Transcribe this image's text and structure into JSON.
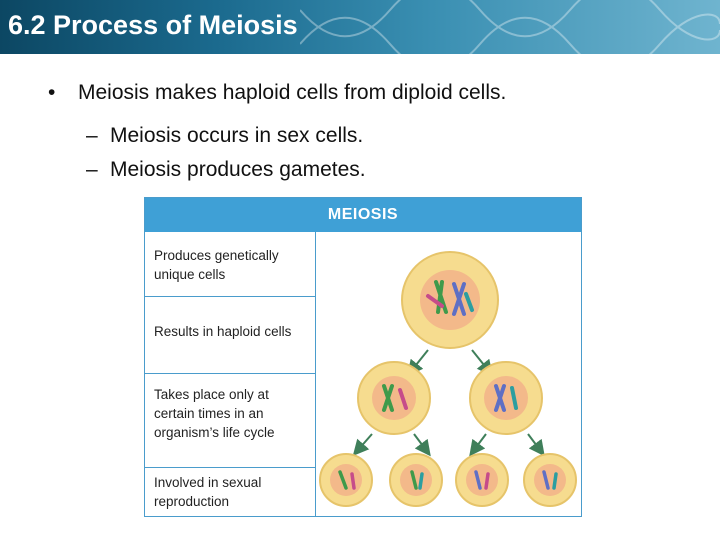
{
  "slide": {
    "title": "6.2 Process of Meiosis",
    "bullet": "Meiosis makes haploid cells from diploid cells.",
    "sub_bullets": [
      "Meiosis occurs in sex cells.",
      "Meiosis produces gametes."
    ]
  },
  "figure": {
    "header": "MEIOSIS",
    "rows": [
      "Produces genetically unique cells",
      "Results in haploid cells",
      "Takes place only at certain times in an organism’s life cycle",
      "Involved in sexual reproduction"
    ]
  },
  "colors": {
    "title_bar": "#1b6a8e",
    "header": "#3fa0d6",
    "cell_fill": "#f6dc8f",
    "nucleus_fill": "#f3b98a",
    "arrow": "#3f7f5a"
  }
}
